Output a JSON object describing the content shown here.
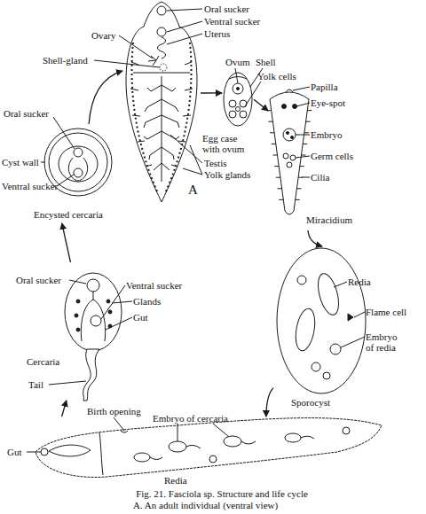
{
  "diagram": {
    "caption": "Fig. 21. Fasciola sp. Structure and life cycle",
    "nodes": [
      {
        "text": [
          "A"
        ]
      },
      {
        "text": [
          "Egg case with ovum"
        ]
      },
      {
        "text": [
          "Miracidium"
        ]
      },
      {
        "text": [
          "Sporocyst"
        ]
      },
      {
        "text": [
          "Redia"
        ]
      },
      {
        "text": [
          "Cercaria"
        ]
      },
      {
        "text": [
          "Encysted cercaria"
        ]
      }
    ],
    "edges": [
      {
        "from": 0,
        "to": 1,
        "arrow": "to"
      },
      {
        "from": 1,
        "to": 2,
        "arrow": "to"
      },
      {
        "from": 2,
        "to": 3,
        "arrow": "to"
      },
      {
        "from": 3,
        "to": 4,
        "arrow": "to"
      },
      {
        "from": 4,
        "to": 5,
        "arrow": "to"
      },
      {
        "from": 5,
        "to": 6,
        "arrow": "to"
      },
      {
        "from": 6,
        "to": 0,
        "arrow": "to"
      }
    ],
    "labels": [
      "Oral sucker",
      "Ventral sucker",
      "Uterus",
      "Ovary",
      "Shell-gland",
      "Testis",
      "Yolk glands",
      "Ovum",
      "Shell",
      "Yolk cells",
      "Papilla",
      "Eye-spot",
      "Embryo",
      "Germ cells",
      "Cilia",
      "Redia",
      "Flame cell",
      "Embryo of redia",
      "Oral sucker",
      "Ventral sucker",
      "Glands",
      "Gut",
      "Tail",
      "Oral sucker",
      "Cyst wall",
      "Ventral sucker",
      "Birth opening",
      "Embryo of cercaria",
      "Gut",
      "A. An adult individual (ventral view)"
    ]
  }
}
